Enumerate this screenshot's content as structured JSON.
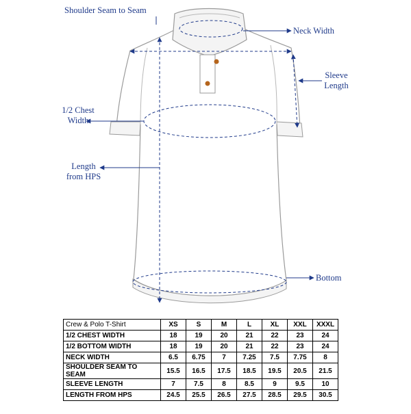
{
  "labels": {
    "shoulder": "Shoulder Seam to Seam",
    "neck": "Neck Width",
    "sleeve_1": "Sleeve",
    "sleeve_2": "Length",
    "chest_1": "1/2 Chest",
    "chest_2": "Width",
    "length_1": "Length",
    "length_2": "from HPS",
    "bottom": "Bottom"
  },
  "colors": {
    "accent": "#1f3a8a",
    "outline": "#9a9a9a",
    "button": "#b5651d"
  },
  "table": {
    "header": [
      "Crew & Polo T-Shirt",
      "XS",
      "S",
      "M",
      "L",
      "XL",
      "XXL",
      "XXXL"
    ],
    "rows": [
      [
        "1/2 CHEST WIDTH",
        "18",
        "19",
        "20",
        "21",
        "22",
        "23",
        "24"
      ],
      [
        "1/2 BOTTOM WIDTH",
        "18",
        "19",
        "20",
        "21",
        "22",
        "23",
        "24"
      ],
      [
        "NECK WIDTH",
        "6.5",
        "6.75",
        "7",
        "7.25",
        "7.5",
        "7.75",
        "8"
      ],
      [
        "SHOULDER SEAM TO SEAM",
        "15.5",
        "16.5",
        "17.5",
        "18.5",
        "19.5",
        "20.5",
        "21.5"
      ],
      [
        "SLEEVE LENGTH",
        "7",
        "7.5",
        "8",
        "8.5",
        "9",
        "9.5",
        "10"
      ],
      [
        "LENGTH FROM HPS",
        "24.5",
        "25.5",
        "26.5",
        "27.5",
        "28.5",
        "29.5",
        "30.5"
      ]
    ]
  }
}
